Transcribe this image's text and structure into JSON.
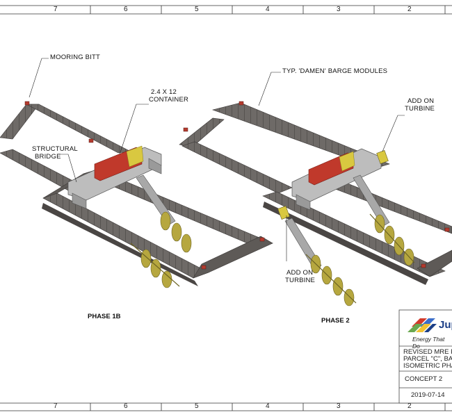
{
  "border": {
    "top_zones": [
      "7",
      "6",
      "5",
      "4",
      "3",
      "2"
    ],
    "bottom_zones": [
      "7",
      "6",
      "5",
      "4",
      "3",
      "2"
    ]
  },
  "callouts": {
    "mooring_bitt": "MOORING BITT",
    "container_line1": "2.4 X 12",
    "container_line2": "CONTAINER",
    "bridge_line1": "STRUCTURAL",
    "bridge_line2": "BRIDGE",
    "barge_modules": "TYP. 'DAMEN' BARGE MODULES",
    "turbine_right_line1": "ADD ON",
    "turbine_right_line2": "TURBINE",
    "turbine_left_line1": "ADD ON",
    "turbine_left_line2": "TURBINE"
  },
  "phases": {
    "left": "PHASE 1B",
    "right": "PHASE 2"
  },
  "title_block": {
    "logo_text": "Jupi",
    "tagline": "Energy That Do",
    "title_line1": "REVISED MRE P",
    "title_line2": "PARCEL \"C\", BA",
    "title_line3": "ISOMETRIC PHA",
    "drawing_name": "CONCEPT 2",
    "date": "2019-07-14"
  },
  "colors": {
    "barge": "#6e6a67",
    "barge_dark": "#4a4644",
    "barge_light": "#8d8985",
    "bridge": "#b9b9b9",
    "container": "#c0392b",
    "container_end": "#d9c840",
    "blade": "#b6a73f",
    "logo_blue": "#1c3f87"
  }
}
